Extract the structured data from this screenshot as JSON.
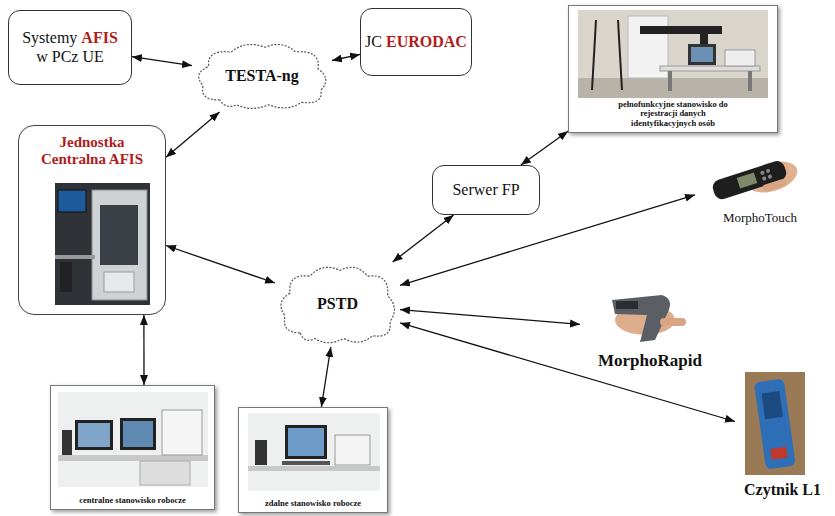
{
  "diagram": {
    "nodes": [
      {
        "text": [
          "Systemy AFIS w PCz UE"
        ]
      },
      {
        "text": [
          "JC EURODAC"
        ]
      },
      {
        "text": [
          "pełnofunkcyjne stanowisko do rejestracji danych identyfikacyjnych osób"
        ]
      },
      {
        "text": [
          "TESTA-ng"
        ]
      },
      {
        "text": [
          "Jednostka Centralna AFIS"
        ]
      },
      {
        "text": [
          "Serwer FP"
        ]
      },
      {
        "text": [
          "MorphoTouch"
        ]
      },
      {
        "text": [
          "PSTD"
        ]
      },
      {
        "text": [
          "MorphoRapid"
        ]
      },
      {
        "text": [
          "centralne stanowisko robocze"
        ]
      },
      {
        "text": [
          "zdalne stanowisko robocze"
        ]
      },
      {
        "text": [
          "Czytnik L1"
        ]
      }
    ],
    "edges": [
      {
        "from": 0,
        "to": 3,
        "arrow": "both"
      },
      {
        "from": 1,
        "to": 3,
        "arrow": "both"
      },
      {
        "from": 3,
        "to": 4,
        "arrow": "both"
      },
      {
        "from": 4,
        "to": 7,
        "arrow": "both"
      },
      {
        "from": 4,
        "to": 9,
        "arrow": "both"
      },
      {
        "from": 7,
        "to": 5,
        "arrow": "both"
      },
      {
        "from": 5,
        "to": 2,
        "arrow": "both"
      },
      {
        "from": 7,
        "to": 6,
        "arrow": "both"
      },
      {
        "from": 7,
        "to": 8,
        "arrow": "both"
      },
      {
        "from": 7,
        "to": 10,
        "arrow": "both"
      },
      {
        "from": 7,
        "to": 11,
        "arrow": "both"
      }
    ]
  }
}
